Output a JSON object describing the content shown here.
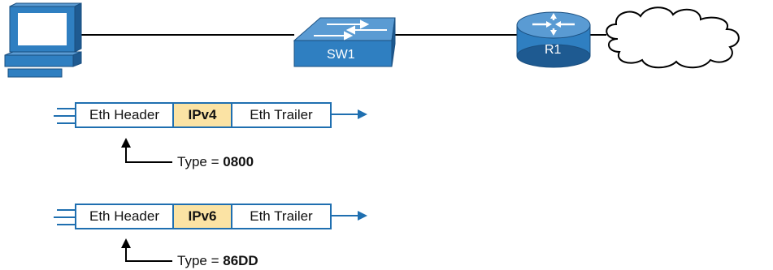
{
  "colors": {
    "frame_border": "#1f6fb0",
    "ip_highlight": "#fbe3a4",
    "device_blue": "#2f7fc1",
    "arrow": "#1f6fb0"
  },
  "devices": {
    "switch_label": "SW1",
    "router_label": "R1"
  },
  "frames": [
    {
      "header": "Eth Header",
      "ip": "IPv4",
      "trailer": "Eth Trailer",
      "type_prefix": "Type = ",
      "type_value": "0800"
    },
    {
      "header": "Eth Header",
      "ip": "IPv6",
      "trailer": "Eth Trailer",
      "type_prefix": "Type = ",
      "type_value": "86DD"
    }
  ]
}
